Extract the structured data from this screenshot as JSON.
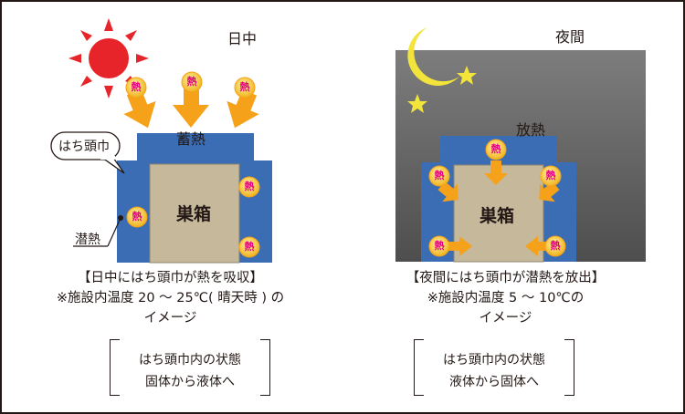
{
  "colors": {
    "cover_blue": "#3a6db4",
    "comb_tan": "#c5b89b",
    "sun_red": "#e8242b",
    "moon_yellow": "#f2e43a",
    "arrow_orange": "#f5a21a",
    "heat_badge_text": "#e4007f",
    "night_sky_top": "#7d7d7d",
    "night_sky_bottom": "#4e4e4e"
  },
  "day": {
    "title": "日中",
    "hood_label": "はち頭巾",
    "store_label": "蓄熱",
    "latent_label": "潜熱",
    "comb_label": "巣箱",
    "heat_glyph": "熱",
    "caption_line1": "【日中にはち頭巾が熱を吸収】",
    "caption_line2": "※施設内温度 20 ～ 25℃( 晴天時 ) の",
    "caption_line3": "イメージ",
    "state_line1": "はち頭巾内の状態",
    "state_line2": "固体から液体へ"
  },
  "night": {
    "title": "夜間",
    "release_label": "放熱",
    "comb_label": "巣箱",
    "heat_glyph": "熱",
    "caption_line1": "【夜間にはち頭巾が潜熱を放出】",
    "caption_line2": "※施設内温度 5 ～ 10℃の",
    "caption_line3": "イメージ",
    "state_line1": "はち頭巾内の状態",
    "state_line2": "液体から固体へ"
  }
}
